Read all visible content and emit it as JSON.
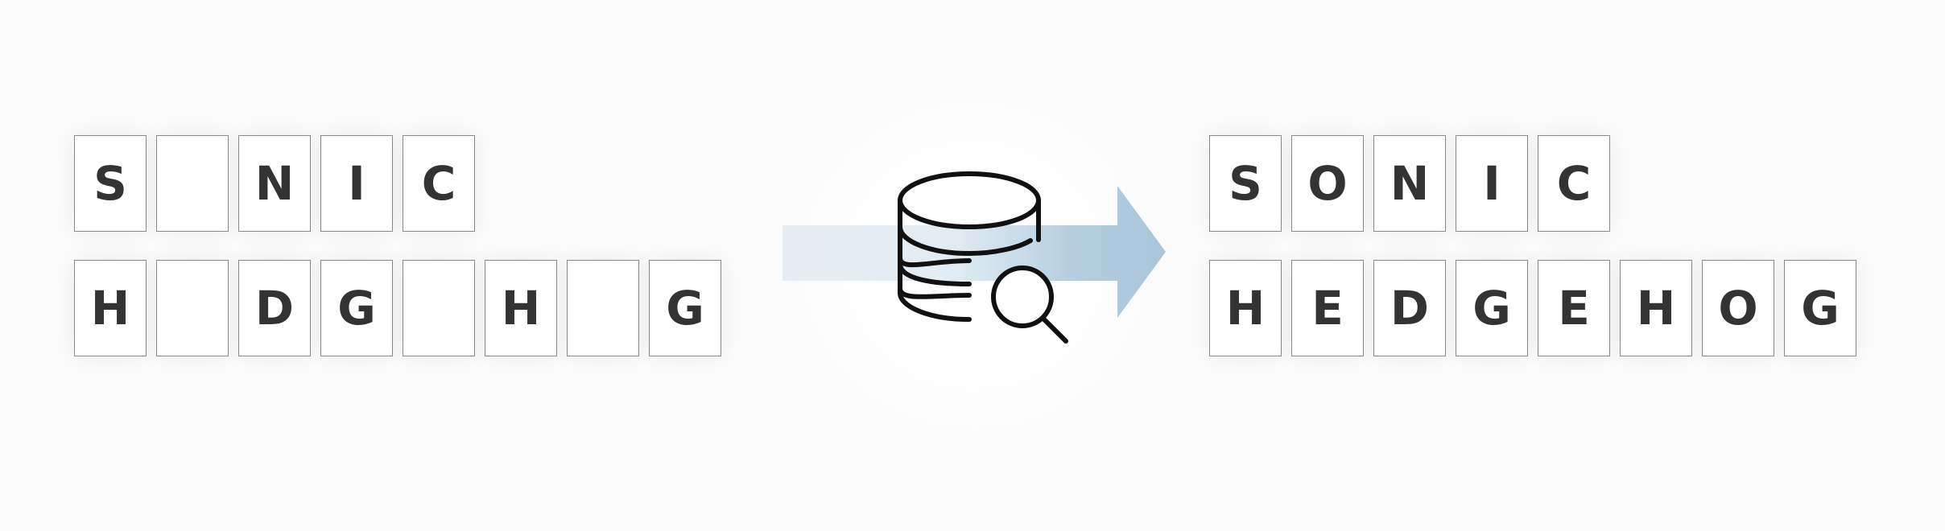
{
  "input": {
    "row1": [
      "S",
      "",
      "N",
      "I",
      "C"
    ],
    "row2": [
      "H",
      "",
      "D",
      "G",
      "",
      "H",
      "",
      "G"
    ]
  },
  "output": {
    "row1": [
      "S",
      "O",
      "N",
      "I",
      "C"
    ],
    "row2": [
      "H",
      "E",
      "D",
      "G",
      "E",
      "H",
      "O",
      "G"
    ]
  },
  "icons": {
    "center": "database-search-icon",
    "arrow": "arrow-right-icon"
  },
  "colors": {
    "arrow": "#a9c6da",
    "tile_border": "#8a8a8a",
    "letter": "#333333"
  }
}
